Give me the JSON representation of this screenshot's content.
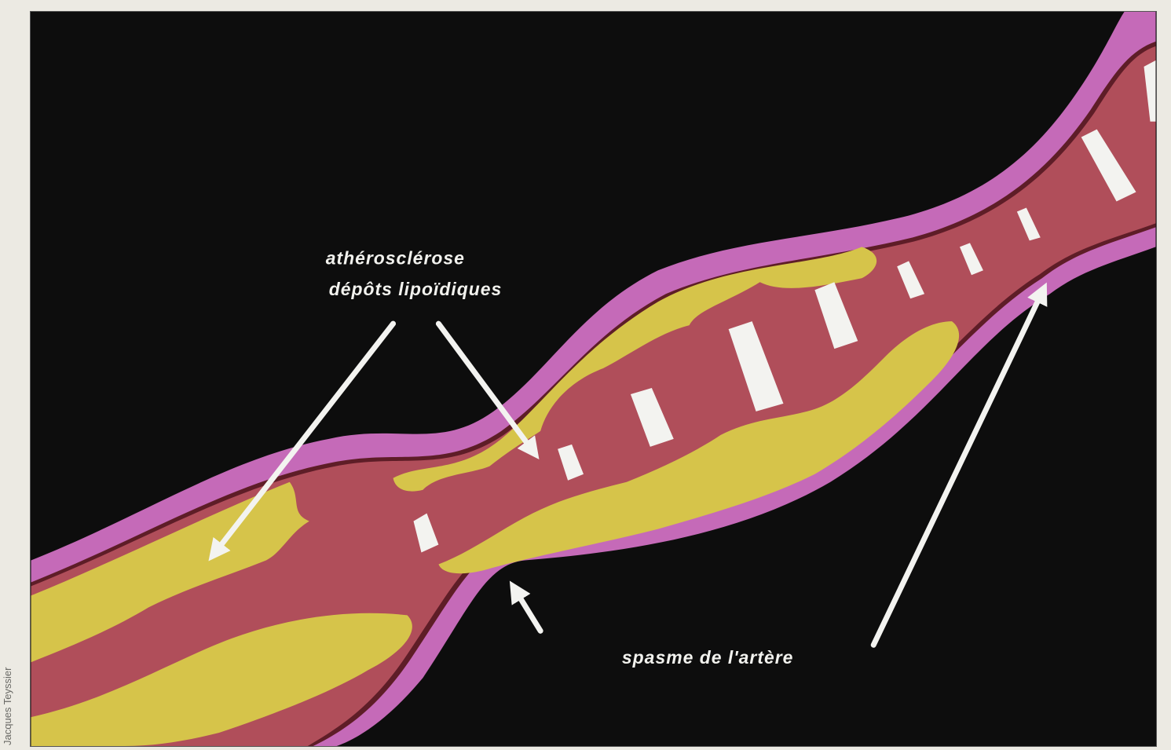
{
  "credit": "Jacques Teyssier",
  "labels": {
    "atherosclerosis_line1": "athérosclérose",
    "atherosclerosis_line2": "dépôts lipoïdiques",
    "spasm": "spasme de l'artère"
  },
  "colors": {
    "background": "#0d0d0d",
    "artery_wall": "#c56ab8",
    "wall_edge": "#5e1d27",
    "blood_lumen": "#b04e5a",
    "lipid_deposits": "#d6c44a",
    "arrows": "#f3f3f0"
  }
}
